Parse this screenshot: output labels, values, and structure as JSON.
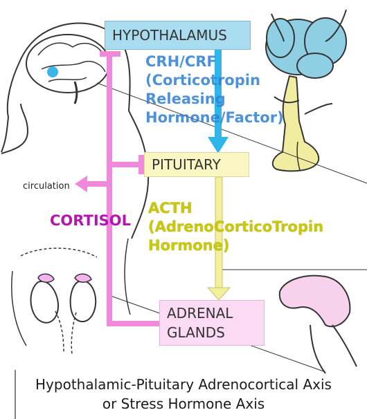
{
  "boxes": {
    "hypothalamus": "HYPOTHALAMUS",
    "pituitary": "PITUITARY",
    "adrenal_line1": "ADRENAL",
    "adrenal_line2": "GLANDS"
  },
  "labels": {
    "crh": "CRH/CRF\n(Corticotropin\nReleasing\nHormone/Factor)",
    "acth": "ACTH\n(AdrenoCorticoTropin\nHormone)",
    "cortisol": "CORTISOL",
    "circulation": "circulation"
  },
  "caption": {
    "line1": "Hypothalamic-Pituitary Adrenocortical Axis",
    "line2": "or Stress Hormone Axis"
  },
  "colors": {
    "hypothalamus_box": "#a8dcee",
    "pituitary_box": "#fbf7c4",
    "adrenal_box": "#fadbf3",
    "crh_arrow": "#2fb5e8",
    "acth_arrow": "#f3ef9c",
    "cortisol_feedback": "#f088dc"
  }
}
